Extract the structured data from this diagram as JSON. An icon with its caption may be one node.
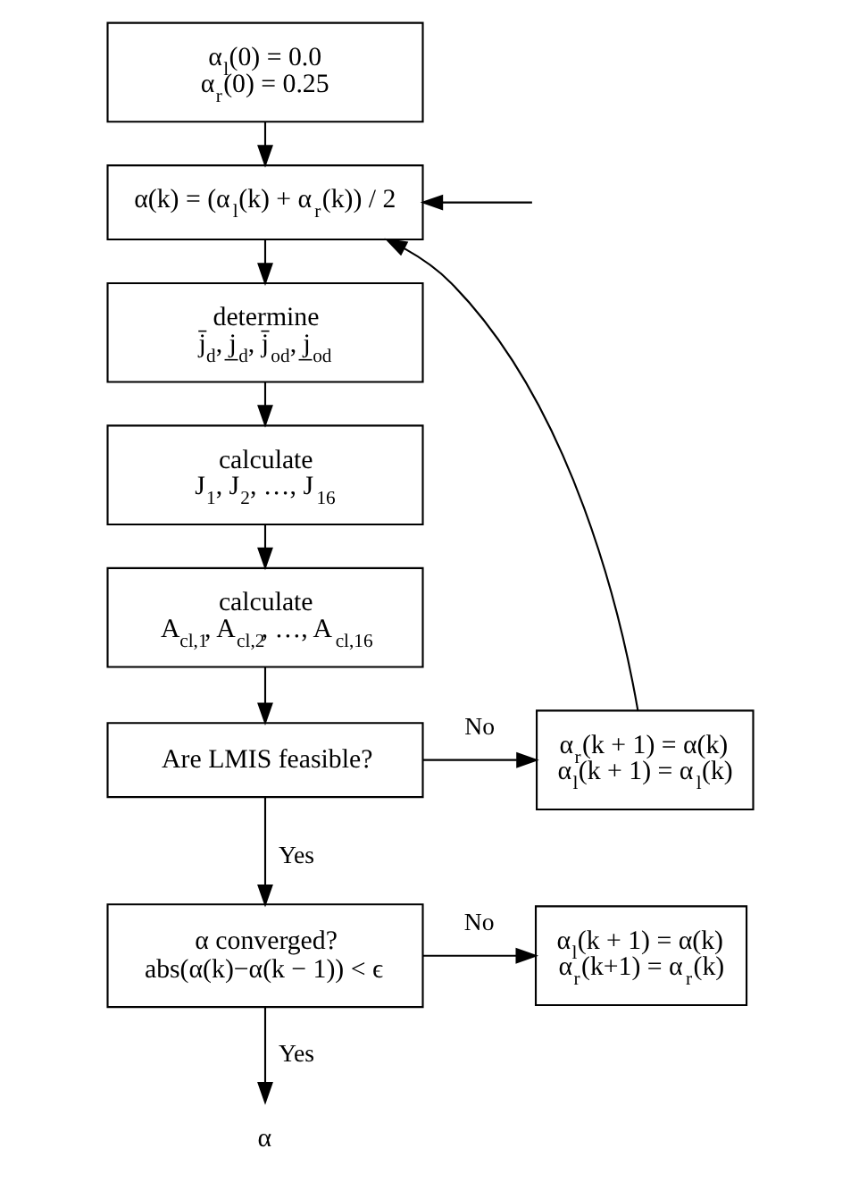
{
  "diagram": {
    "nodes": [
      {
        "text": [
          "α$_{l}$(0) = 0.0",
          "α$_{r}$(0) = 0.25"
        ]
      },
      {
        "text": [
          "α(k) = (α$_{l}$(k) + α$_{r}$(k)) / 2"
        ]
      },
      {
        "text": [
          "determine",
          "j̄$_{d}$, j̲$_{d}$, j̄$_{od}$, j̲$_{od}$"
        ]
      },
      {
        "text": [
          "calculate",
          "J$_{1}$, J$_{2}$, …, J$_{16}$"
        ]
      },
      {
        "text": [
          "calculate",
          "A$_{cl,1}$, A$_{cl,2}$, …, A$_{cl,16}$"
        ]
      },
      {
        "text": [
          "Are LMIS feasible?"
        ]
      },
      {
        "text": [
          "α$_{r}$(k + 1) = α(k)",
          "α$_{l}$(k + 1) = α$_{l}$(k)"
        ]
      },
      {
        "text": [
          "α converged?",
          "abs(α(k)−α(k − 1)) < ϵ"
        ]
      },
      {
        "text": [
          "α$_{l}$(k + 1) = α(k)",
          "α$_{r}$(k+1) = α$_{r}$(k)"
        ]
      },
      {
        "text": [
          "α"
        ]
      }
    ],
    "edges": [
      {
        "from": 0,
        "to": 1,
        "arrow": "to"
      },
      {
        "from": null,
        "to": 1,
        "arrow": "to"
      },
      {
        "from": 1,
        "to": 2,
        "arrow": "to"
      },
      {
        "from": 2,
        "to": 3,
        "arrow": "to"
      },
      {
        "from": 3,
        "to": 4,
        "arrow": "to"
      },
      {
        "from": 4,
        "to": 5,
        "arrow": "to"
      },
      {
        "from": 5,
        "to": 6,
        "arrow": "to",
        "label": "No"
      },
      {
        "from": 6,
        "to": 1,
        "arrow": "to"
      },
      {
        "from": 5,
        "to": 7,
        "arrow": "to",
        "label": "Yes"
      },
      {
        "from": 7,
        "to": 8,
        "arrow": "to",
        "label": "No"
      },
      {
        "from": 7,
        "to": 9,
        "arrow": "to",
        "label": "Yes"
      }
    ]
  }
}
